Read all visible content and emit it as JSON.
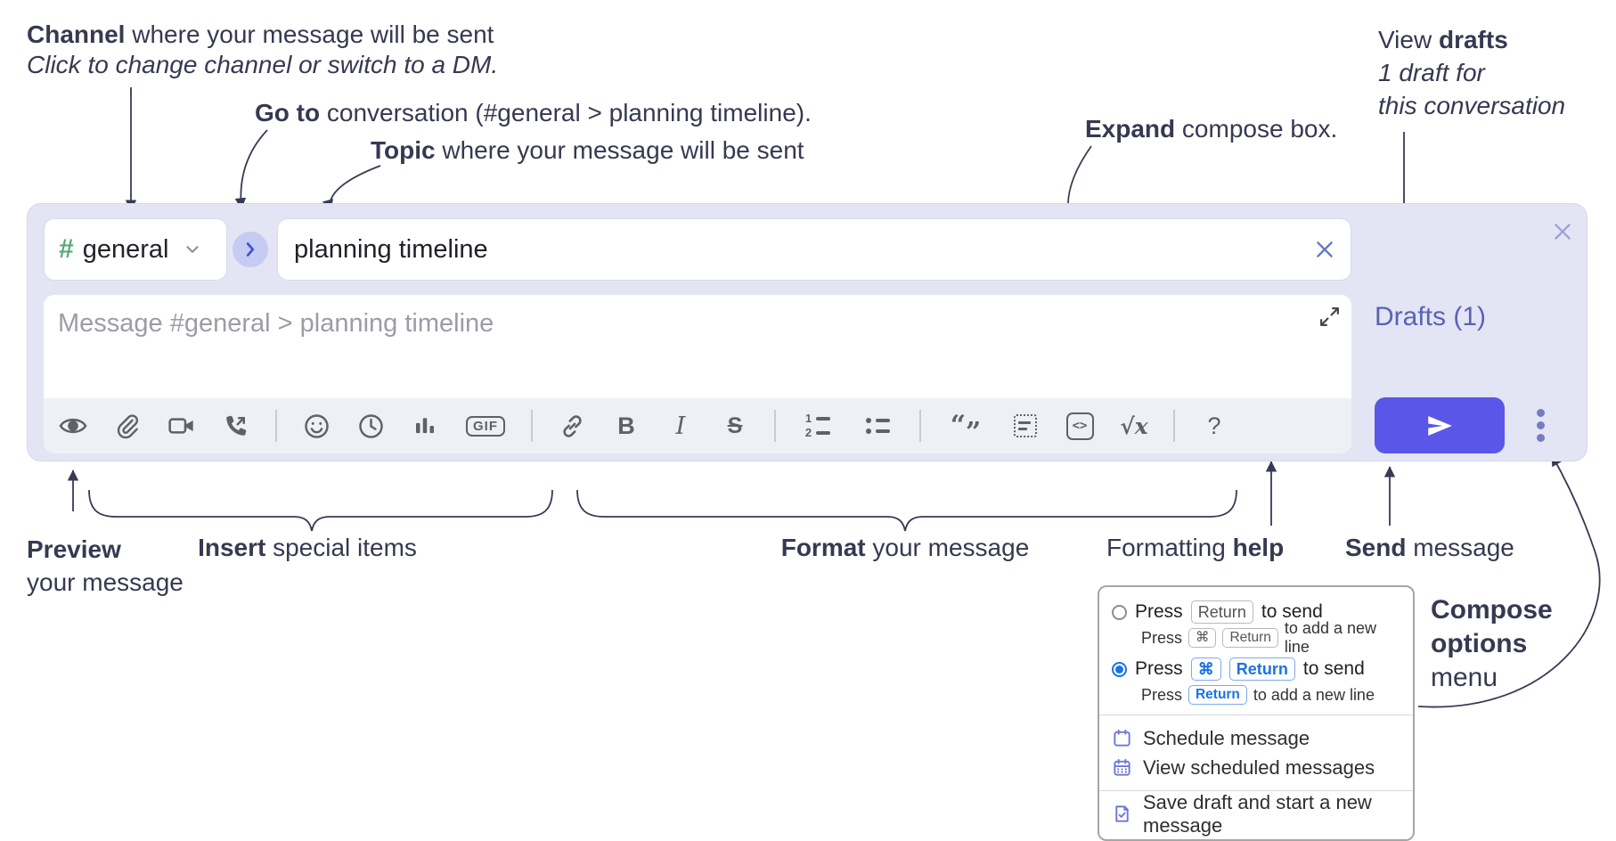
{
  "annotations": {
    "channel": {
      "bold": "Channel",
      "rest": " where your message will be sent",
      "line2": "Click to change channel or switch to a DM."
    },
    "goto": {
      "bold": "Go to",
      "rest": " conversation (#general > planning timeline)."
    },
    "topic": {
      "bold": "Topic",
      "rest": " where your message will be sent"
    },
    "expand": {
      "bold": "Expand",
      "rest": " compose box."
    },
    "drafts": {
      "line1_pre": "View ",
      "line1_bold": "drafts",
      "line2": "1 draft for",
      "line3": "this conversation"
    },
    "preview": {
      "bold": "Preview",
      "line2": "your message"
    },
    "insert": {
      "bold": "Insert",
      "rest": " special items"
    },
    "format": {
      "bold": "Format",
      "rest": " your message"
    },
    "help": {
      "pre": "Formatting ",
      "bold": "help"
    },
    "send": {
      "bold": "Send",
      "rest": " message"
    },
    "compose_options": {
      "line1": "Compose",
      "line2": "options",
      "line3": "menu"
    }
  },
  "compose": {
    "channel_selector": {
      "hash": "#",
      "channel_name": "general"
    },
    "topic_input": {
      "value": "planning timeline"
    },
    "message_input": {
      "placeholder": "Message #general > planning timeline"
    },
    "drafts_link": "Drafts (1)",
    "toolbar": {
      "icon_order": [
        "preview-eye",
        "attach-paperclip",
        "video-call",
        "voice-call",
        "emoji",
        "time",
        "poll",
        "gif",
        "link",
        "bold",
        "italic",
        "strikethrough",
        "numbered-list",
        "bulleted-list",
        "quote",
        "spoiler",
        "code",
        "math",
        "help"
      ],
      "gif_label": "GIF",
      "bold_label": "B",
      "italic_label": "I",
      "strike_label": "S",
      "ol_num1": "1",
      "ol_num2": "2",
      "quote_open": "“",
      "quote_close": "”",
      "code_label": "<>",
      "math_label": "√x",
      "help_label": "?"
    }
  },
  "popup": {
    "option1": {
      "pre": "Press",
      "kbd": "Return",
      "post": "to send",
      "sub_pre": "Press",
      "sub_kbd1": "⌘",
      "sub_kbd2": "Return",
      "sub_post": "to add a new line"
    },
    "option2": {
      "pre": "Press",
      "kbd1": "⌘",
      "kbd2": "Return",
      "post": "to send",
      "sub_pre": "Press",
      "sub_kbd": "Return",
      "sub_post": "to add a new line"
    },
    "items": [
      {
        "label": "Schedule message"
      },
      {
        "label": "View scheduled messages"
      },
      {
        "label": "Save draft and start a new message"
      }
    ]
  },
  "colors": {
    "container_bg": "#e3e5f4",
    "send_button": "#5a57e8",
    "drafts_link": "#5a62b4",
    "channel_hash_green": "#57ab77",
    "goto_arrow_blue": "#3c55cc",
    "popup_accent_blue": "#1a73e8",
    "menu_icon_purple": "#6f76d9",
    "toolbar_icon_gray": "#5f6068",
    "annotation_ink": "#363951"
  }
}
